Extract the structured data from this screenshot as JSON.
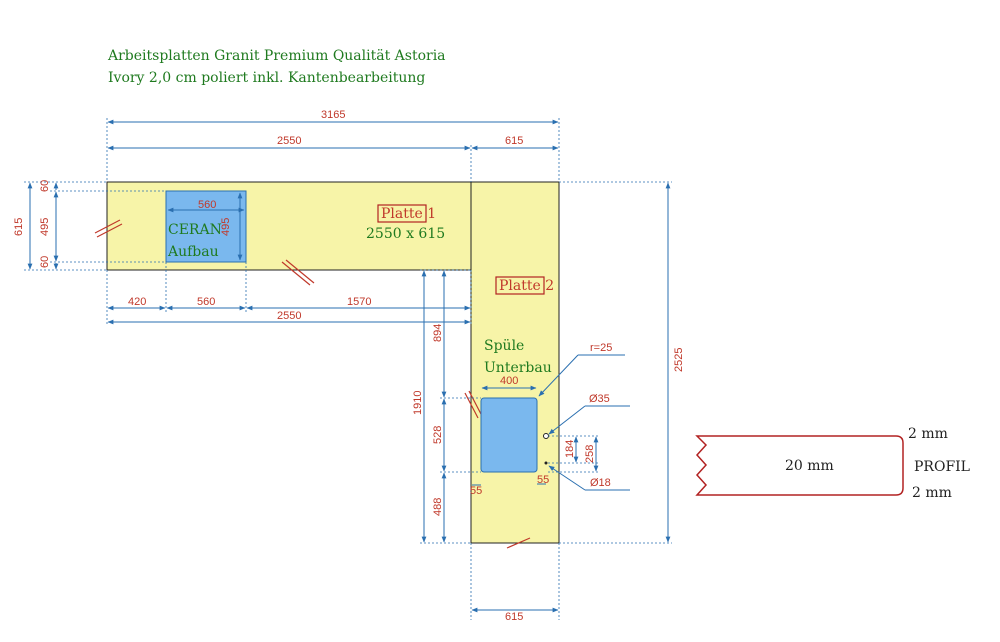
{
  "header": {
    "line1": "Arbeitsplatten Granit Premium Qualität Astoria",
    "line2": "Ivory 2,0 cm poliert inkl. Kantenbearbeitung"
  },
  "plates": {
    "plate1_label": "Platte 1",
    "plate1_size": "2550 x 615",
    "plate2_label": "Platte 2"
  },
  "cutouts": {
    "ceran_line1": "CERAN",
    "ceran_line2": "Aufbau",
    "sink_line1": "Spüle",
    "sink_line2": "Unterbau"
  },
  "dimensions": {
    "total_width": "3165",
    "top_2550": "2550",
    "top_615": "615",
    "bottom_615": "615",
    "ceran_width": "560",
    "ceran_height": "495",
    "left_615": "615",
    "left_495": "495",
    "left_60_top": "60",
    "left_60_bottom": "60",
    "below_420": "420",
    "below_560": "560",
    "below_1570": "1570",
    "below_2550": "2550",
    "right_2525": "2525",
    "v_1910": "1910",
    "v_894": "894",
    "v_528": "528",
    "v_488": "488",
    "sink_width": "400",
    "radius": "r=25",
    "hole_35": "Ø35",
    "hole_18": "Ø18",
    "v_184": "184",
    "v_258": "258",
    "edge_55_left": "55",
    "edge_55_right": "55"
  },
  "profile": {
    "thickness": "20 mm",
    "top_edge": "2 mm",
    "bottom_edge": "2 mm",
    "label": "PROFIL"
  },
  "colors": {
    "worktop": "#f7f4a8",
    "cutout": "#7ab8ee",
    "dimension_line": "#2a6fb0",
    "dimension_text": "#c0392b",
    "label_text": "#1f7a1f",
    "label_box": "#b22222"
  }
}
